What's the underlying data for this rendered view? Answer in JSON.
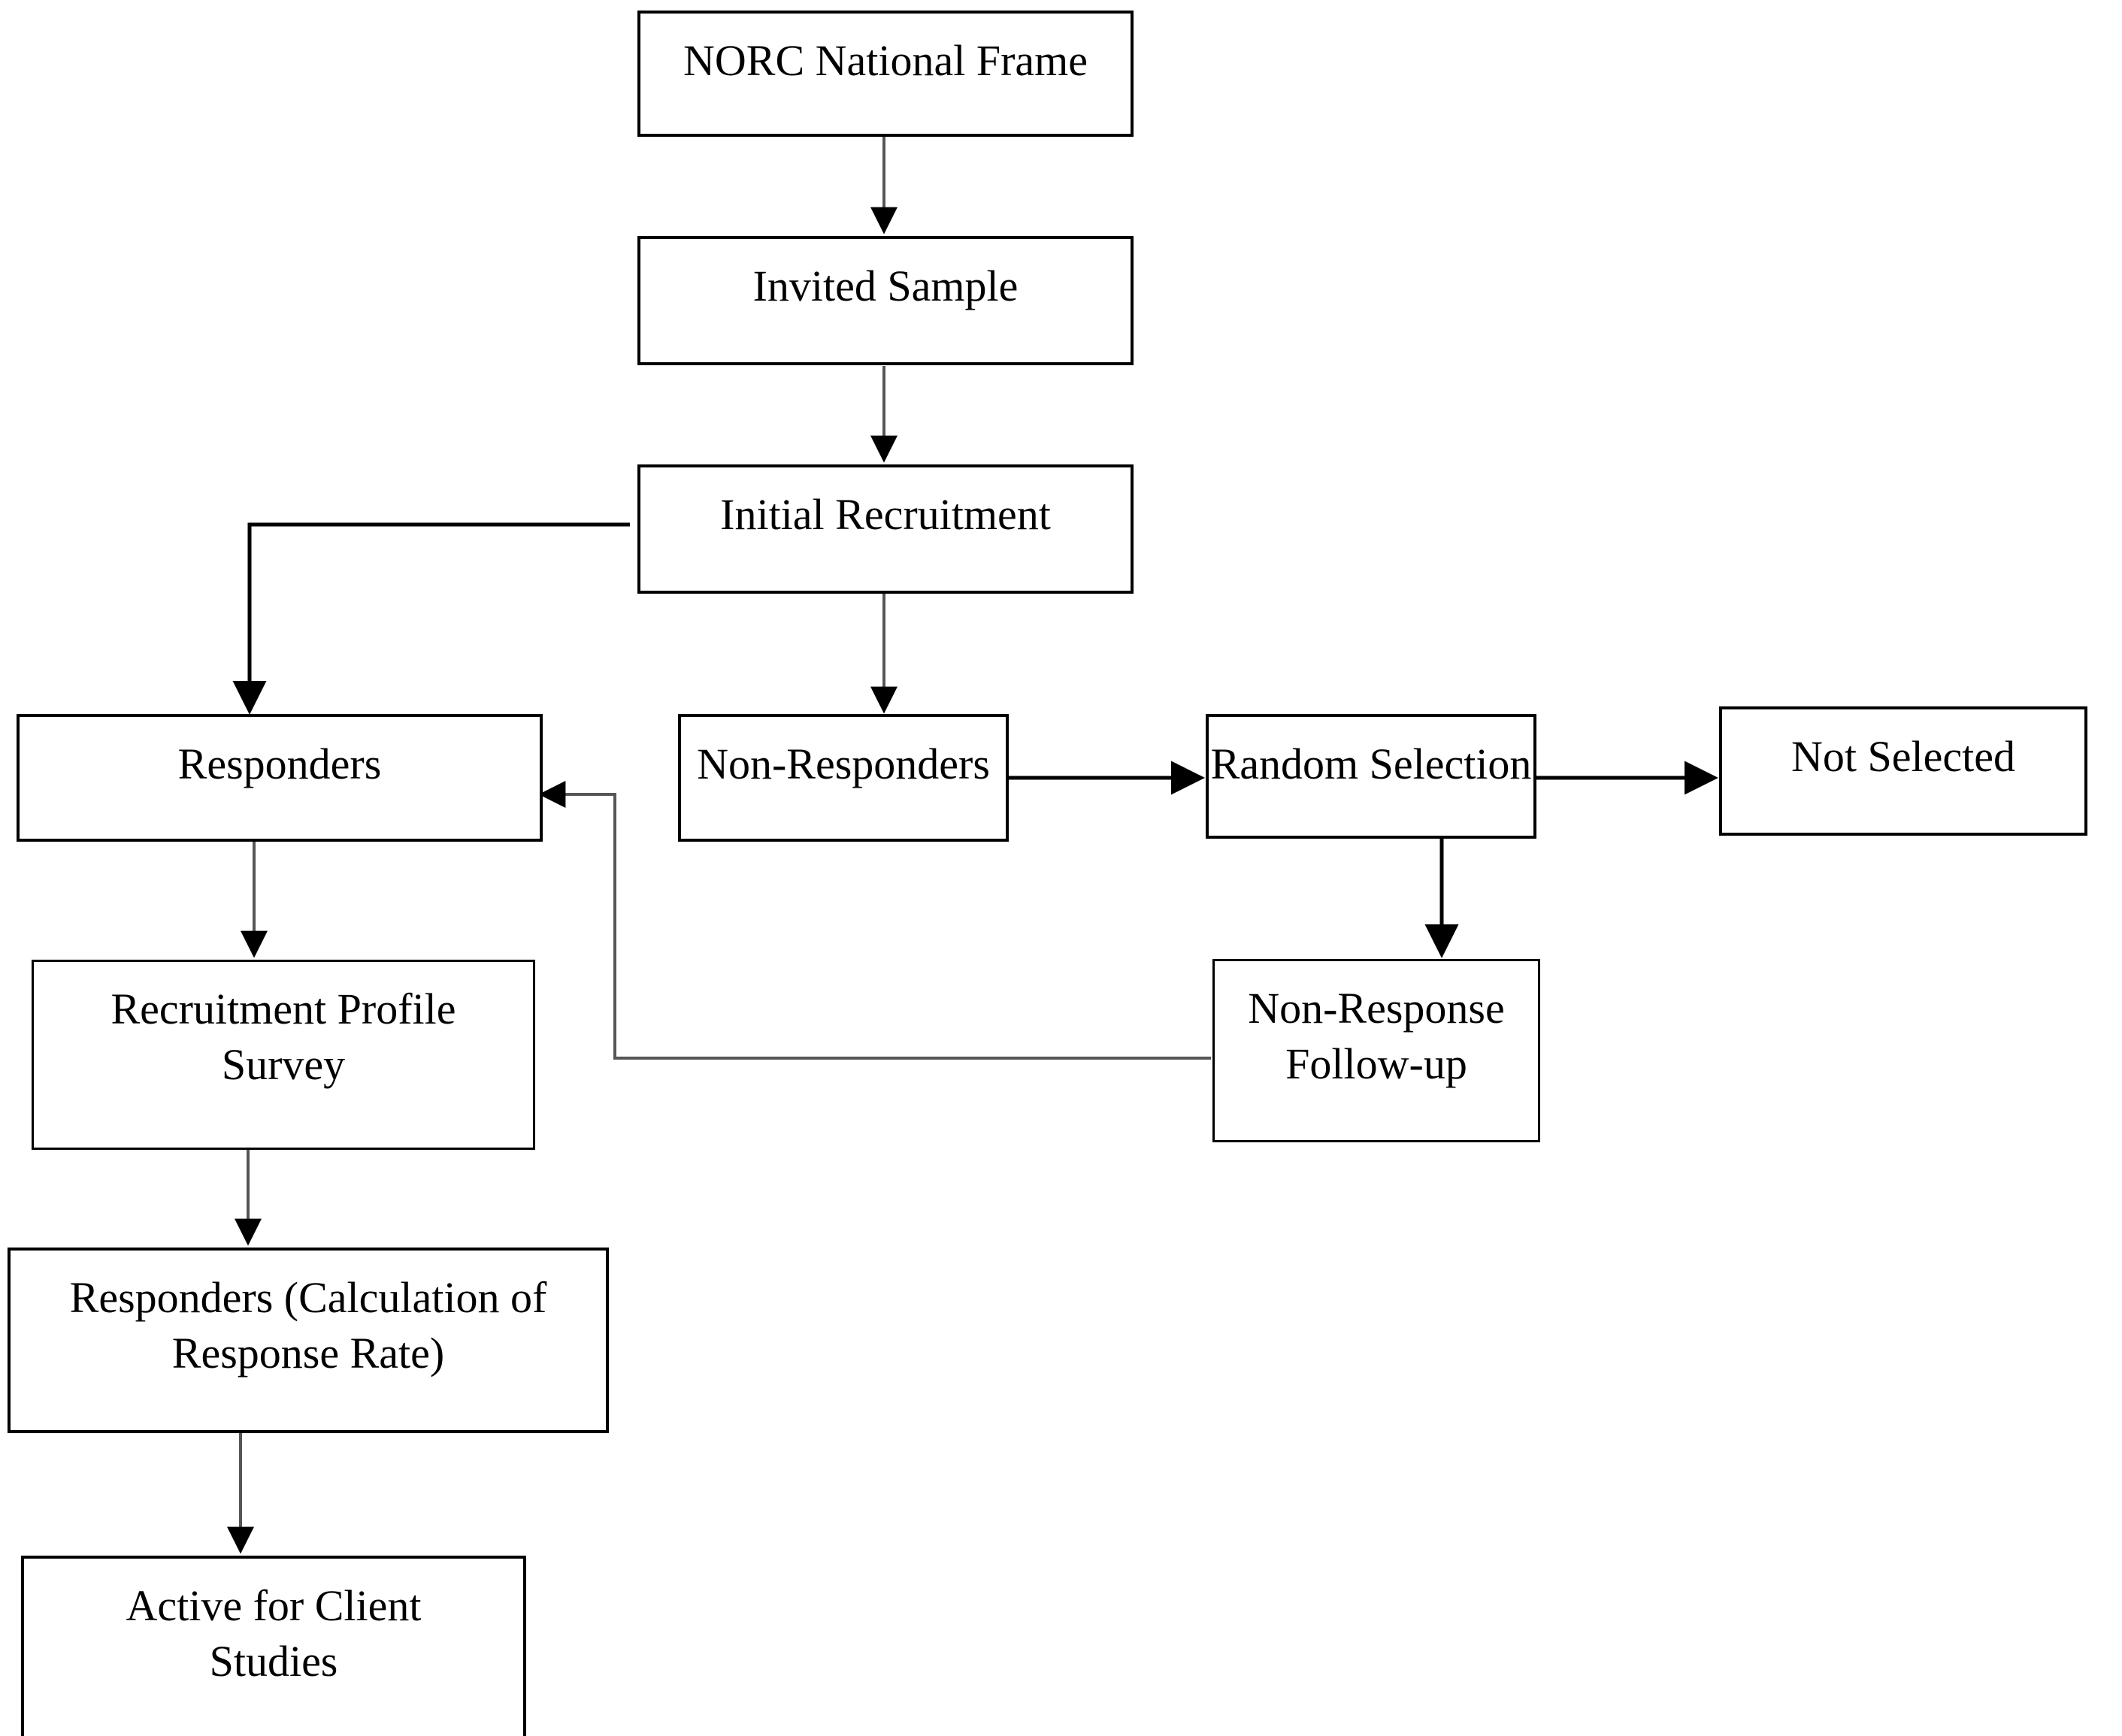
{
  "diagram": {
    "type": "flowchart",
    "orientation": "top-down",
    "background_color": "#ffffff",
    "line_color": "#000000",
    "text_color": "#000000",
    "nodes": [
      {
        "id": "norc_national_frame",
        "label": "NORC National Frame"
      },
      {
        "id": "invited_sample",
        "label": "Invited Sample"
      },
      {
        "id": "initial_recruitment",
        "label": "Initial Recruitment"
      },
      {
        "id": "responders",
        "label": "Responders"
      },
      {
        "id": "non_responders",
        "label": "Non-Responders"
      },
      {
        "id": "random_selection",
        "label": "Random Selection"
      },
      {
        "id": "not_selected",
        "label": "Not Selected"
      },
      {
        "id": "recruitment_profile_survey",
        "label": "Recruitment Profile\nSurvey"
      },
      {
        "id": "non_response_followup",
        "label": "Non-Response\nFollow-up"
      },
      {
        "id": "responders_calculation",
        "label": "Responders (Calculation of\nResponse Rate)"
      },
      {
        "id": "active_for_client_studies",
        "label": "Active for Client\nStudies"
      }
    ],
    "edges": [
      {
        "from": "norc_national_frame",
        "to": "invited_sample",
        "arrow": "down"
      },
      {
        "from": "invited_sample",
        "to": "initial_recruitment",
        "arrow": "down"
      },
      {
        "from": "initial_recruitment",
        "to": "responders",
        "arrow": "down-left-elbow"
      },
      {
        "from": "initial_recruitment",
        "to": "non_responders",
        "arrow": "down"
      },
      {
        "from": "non_responders",
        "to": "random_selection",
        "arrow": "right"
      },
      {
        "from": "random_selection",
        "to": "not_selected",
        "arrow": "right"
      },
      {
        "from": "random_selection",
        "to": "non_response_followup",
        "arrow": "down"
      },
      {
        "from": "non_response_followup",
        "to": "responders",
        "arrow": "left-up-elbow"
      },
      {
        "from": "responders",
        "to": "recruitment_profile_survey",
        "arrow": "down"
      },
      {
        "from": "recruitment_profile_survey",
        "to": "responders_calculation",
        "arrow": "down"
      },
      {
        "from": "responders_calculation",
        "to": "active_for_client_studies",
        "arrow": "down"
      }
    ]
  }
}
